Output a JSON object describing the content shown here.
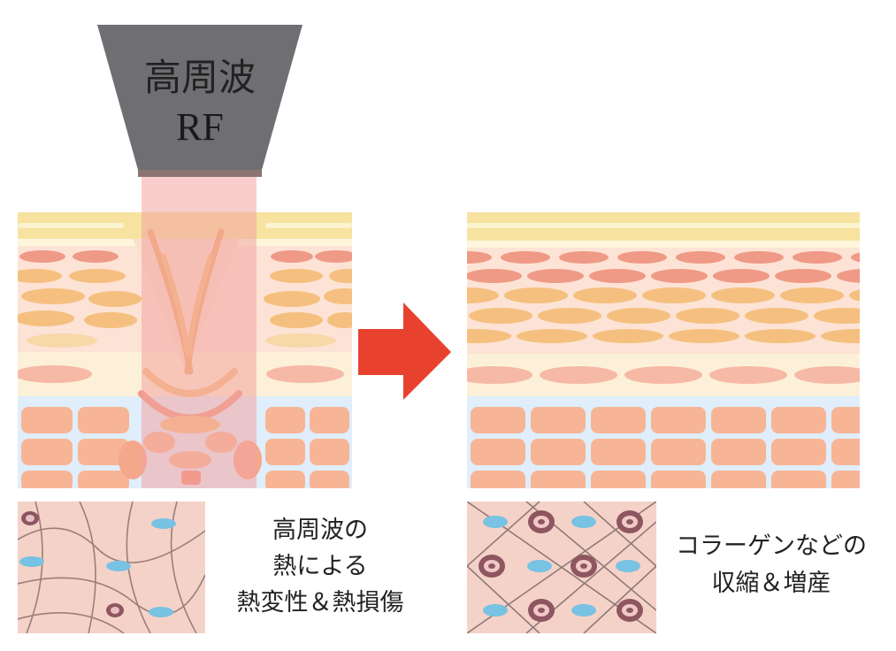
{
  "device": {
    "label_line1": "高周波",
    "label_line2": "RF",
    "color": "#6f6e72"
  },
  "caption_left": {
    "line1": "高周波の",
    "line2": "熱による",
    "line3": "熱変性＆熱損傷"
  },
  "caption_right": {
    "line1": "コラーゲンなどの",
    "line2": "収縮＆増産"
  },
  "colors": {
    "arrow": "#e8412e",
    "beam": "#f3a4a1",
    "epidermis": "#f7e2a0",
    "dermis_bg": "#fde6dc",
    "collagen_red": "#ef9a86",
    "collagen_orange": "#f5c07f",
    "fat_cell": "#f7b596",
    "tissue_bg": "#f5d2c8",
    "fibroblast_blue": "#78c2e3"
  }
}
